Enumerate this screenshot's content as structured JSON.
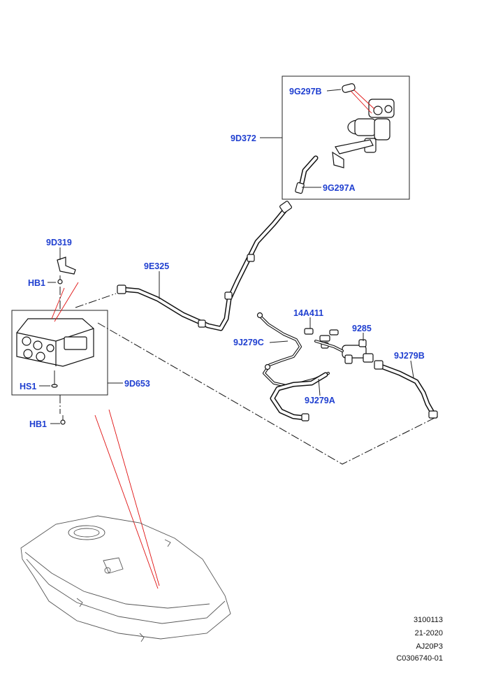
{
  "callouts": {
    "c9G297B": "9G297B",
    "c9D372": "9D372",
    "c9G297A": "9G297A",
    "c9D319": "9D319",
    "c9E325": "9E325",
    "cHB1a": "HB1",
    "c14A411": "14A411",
    "c9285": "9285",
    "c9J279C": "9J279C",
    "c9J279B": "9J279B",
    "cHS1": "HS1",
    "c9D653": "9D653",
    "c9J279A": "9J279A",
    "cHB1b": "HB1"
  },
  "reference": {
    "line1": "3100113",
    "line2": "21-2020",
    "line3": "AJ20P3",
    "line4": "C0306740-01"
  },
  "colors": {
    "callout": "#1f3fd0",
    "red_leader": "#e01010"
  }
}
